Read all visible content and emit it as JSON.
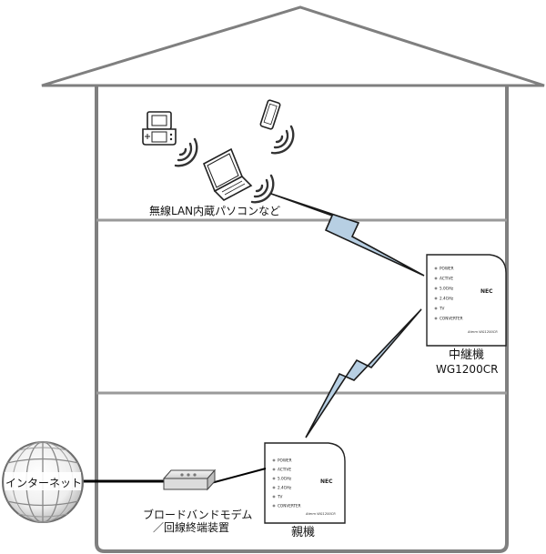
{
  "labels": {
    "wireless_devices": "無線LAN内蔵パソコンなど",
    "repeater_name": "中継機",
    "repeater_model": "WG1200CR",
    "parent_router": "親機",
    "internet": "インターネット",
    "modem_line1": "ブロードバンドモデム",
    "modem_line2": "／回線終端装置"
  },
  "router_panel": {
    "leds": [
      "POWER",
      "ACTIVE",
      "5.0GHz",
      "2.4GHz",
      "TV",
      "CONVERTER"
    ],
    "brand": "NEC",
    "product": "Aterm WG1200CR"
  },
  "colors": {
    "house_line": "#7f7f7f",
    "floor_line": "#9a9a9a",
    "bolt_fill": "#b7cfe3",
    "bolt_stroke": "#1a1a1a",
    "cable": "#000000"
  }
}
